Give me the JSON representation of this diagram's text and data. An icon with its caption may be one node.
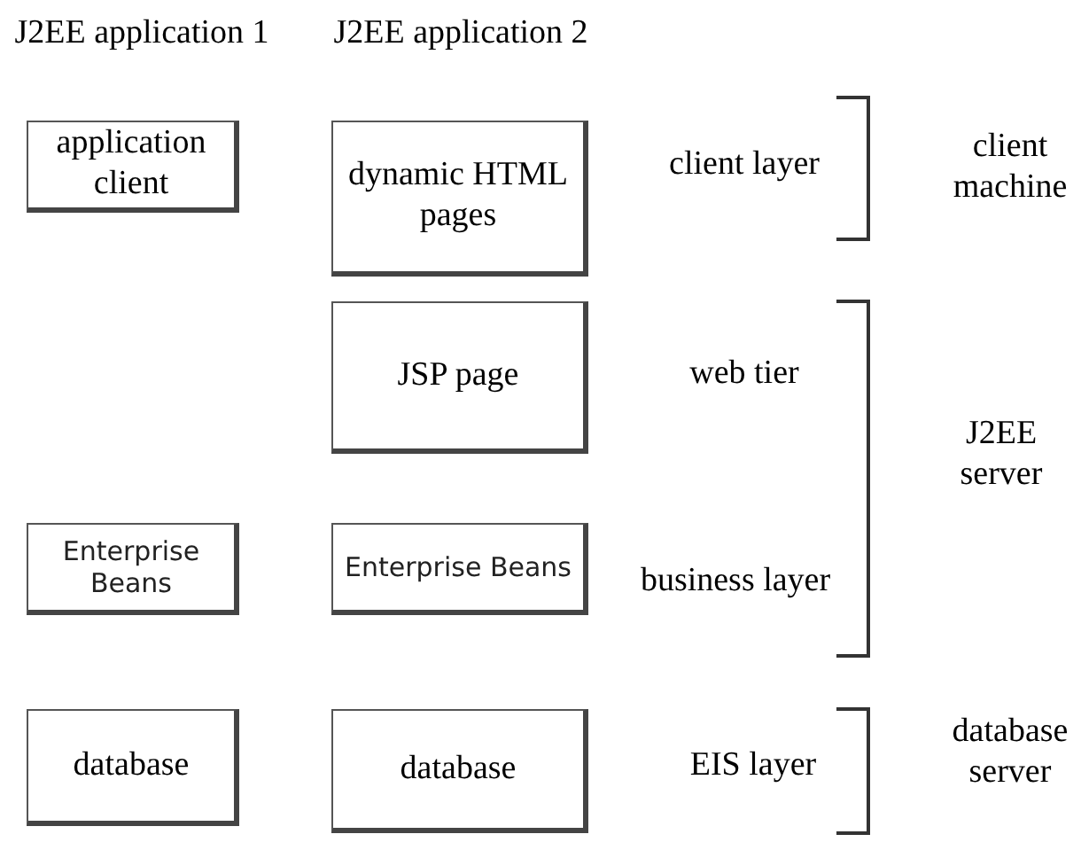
{
  "diagram": {
    "nodes": [
      {
        "text": [
          "application client"
        ]
      },
      {
        "text": [
          "dynamic HTML pages"
        ]
      },
      {
        "text": [
          "JSP page"
        ]
      },
      {
        "text": [
          "Enterprise Beans"
        ]
      },
      {
        "text": [
          "Enterprise Beans"
        ]
      },
      {
        "text": [
          "database"
        ]
      },
      {
        "text": [
          "database"
        ]
      }
    ],
    "labels": [
      "J2EE application 1",
      "J2EE application 2",
      "client layer",
      "client machine",
      "web tier",
      "J2EE server",
      "business layer",
      "EIS layer",
      "database server"
    ]
  }
}
